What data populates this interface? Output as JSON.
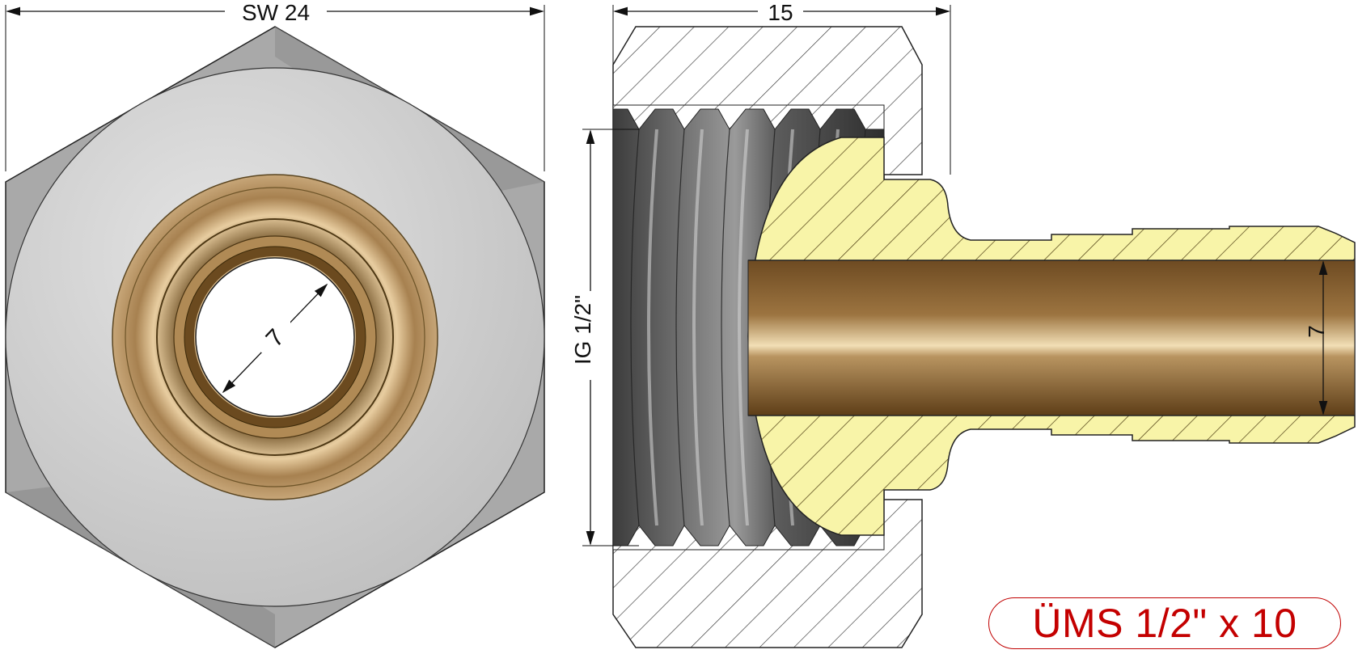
{
  "dimensions": {
    "width_across_flats": "SW 24",
    "length": "15",
    "bore_front": "7",
    "bore_section": "7",
    "thread": "IG 1/2\""
  },
  "product_label": "ÜMS 1/2\" x 10",
  "colors": {
    "steel": "#c8c8c8",
    "brass": "#b8976a",
    "section_brass": "#f8f4a8",
    "label_red": "#c40000"
  }
}
